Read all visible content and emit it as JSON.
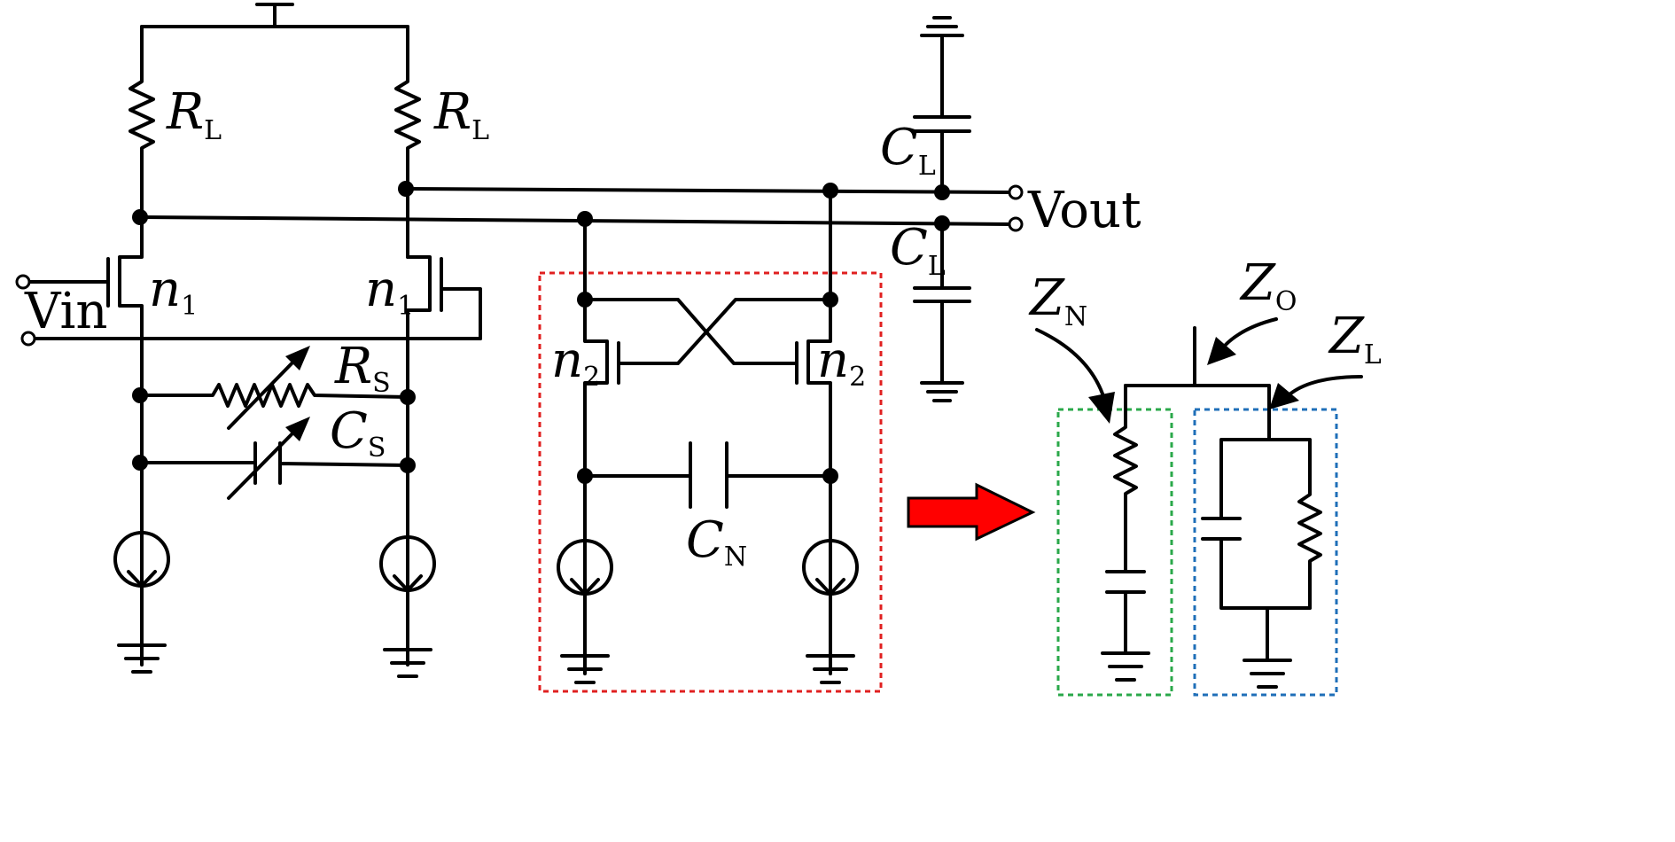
{
  "labels": {
    "rl_left": {
      "main": "R",
      "sub": "L"
    },
    "rl_right": {
      "main": "R",
      "sub": "L"
    },
    "cl_top": {
      "main": "C",
      "sub": "L"
    },
    "cl_bottom": {
      "main": "C",
      "sub": "L"
    },
    "vout": "Vout",
    "vin": "Vin",
    "n1_left": {
      "main": "n",
      "sub": "1"
    },
    "n1_right": {
      "main": "n",
      "sub": "1"
    },
    "n2_left": {
      "main": "n",
      "sub": "2"
    },
    "n2_right": {
      "main": "n",
      "sub": "2"
    },
    "rs": {
      "main": "R",
      "sub": "S"
    },
    "cs": {
      "main": "C",
      "sub": "S"
    },
    "cn": {
      "main": "C",
      "sub": "N"
    },
    "zn": {
      "main": "Z",
      "sub": "N"
    },
    "zo": {
      "main": "Z",
      "sub": "O"
    },
    "zl": {
      "main": "Z",
      "sub": "L"
    }
  },
  "colors": {
    "wire": "#000000",
    "negative_resistance_box": "#e02020",
    "zn_box": "#2aa84a",
    "zl_box": "#1f6fb8",
    "arrow_fill": "#ff0000"
  }
}
